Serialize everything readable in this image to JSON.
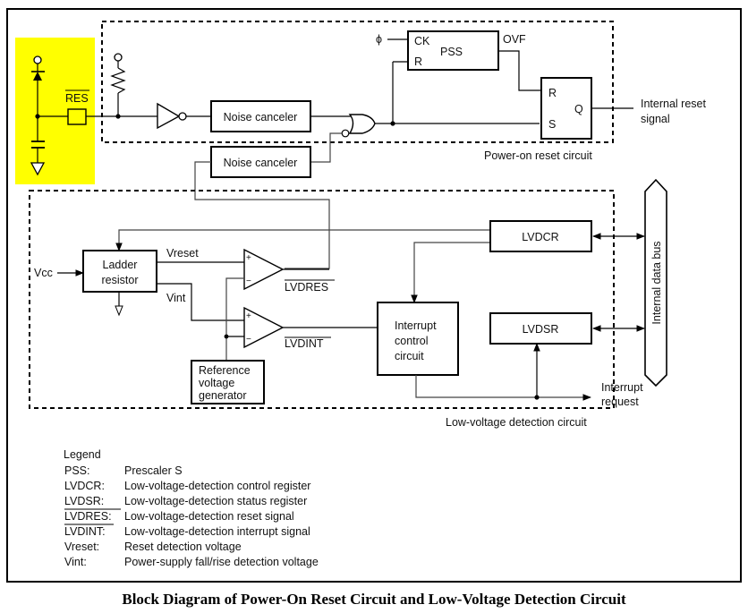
{
  "diagram": {
    "caption": "Block Diagram of Power-On Reset Circuit and Low-Voltage Detection Circuit",
    "highlight_color": "#ffff00",
    "pins": {
      "res": "RES"
    },
    "power_on_reset": {
      "group_label": "Power-on reset circuit",
      "noise_canceler_1": "Noise canceler",
      "noise_canceler_2": "Noise canceler",
      "phi": "ϕ",
      "pss": {
        "name": "PSS",
        "ck": "CK",
        "r": "R",
        "ovf": "OVF"
      },
      "latch": {
        "r": "R",
        "s": "S",
        "q": "Q"
      },
      "output_line1": "Internal reset",
      "output_line2": "signal"
    },
    "low_voltage_detection": {
      "group_label": "Low-voltage detection circuit",
      "vcc": "Vcc",
      "ladder_line1": "Ladder",
      "ladder_line2": "resistor",
      "vreset": "Vreset",
      "vint": "Vint",
      "plus": "+",
      "minus": "−",
      "lvdres": "LVDRES",
      "lvdint": "LVDINT",
      "ref_line1": "Reference",
      "ref_line2": "voltage",
      "ref_line3": "generator",
      "interrupt_line1": "Interrupt",
      "interrupt_line2": "control",
      "interrupt_line3": "circuit",
      "lvdcr": "LVDCR",
      "lvdsr": "LVDSR",
      "irq_line1": "Interrupt",
      "irq_line2": "request",
      "data_bus": "Internal data bus"
    },
    "legend": {
      "title": "Legend",
      "items": [
        {
          "term": "PSS:",
          "desc": "Prescaler S"
        },
        {
          "term": "LVDCR:",
          "desc": "Low-voltage-detection control register"
        },
        {
          "term": "LVDSR:",
          "desc": "Low-voltage-detection status register"
        },
        {
          "term": "LVDRES:",
          "desc": "Low-voltage-detection reset signal"
        },
        {
          "term": "LVDINT:",
          "desc": "Low-voltage-detection interrupt signal"
        },
        {
          "term": "Vreset:",
          "desc": "Reset detection voltage"
        },
        {
          "term": "Vint:",
          "desc": "Power-supply fall/rise detection voltage"
        }
      ]
    }
  }
}
